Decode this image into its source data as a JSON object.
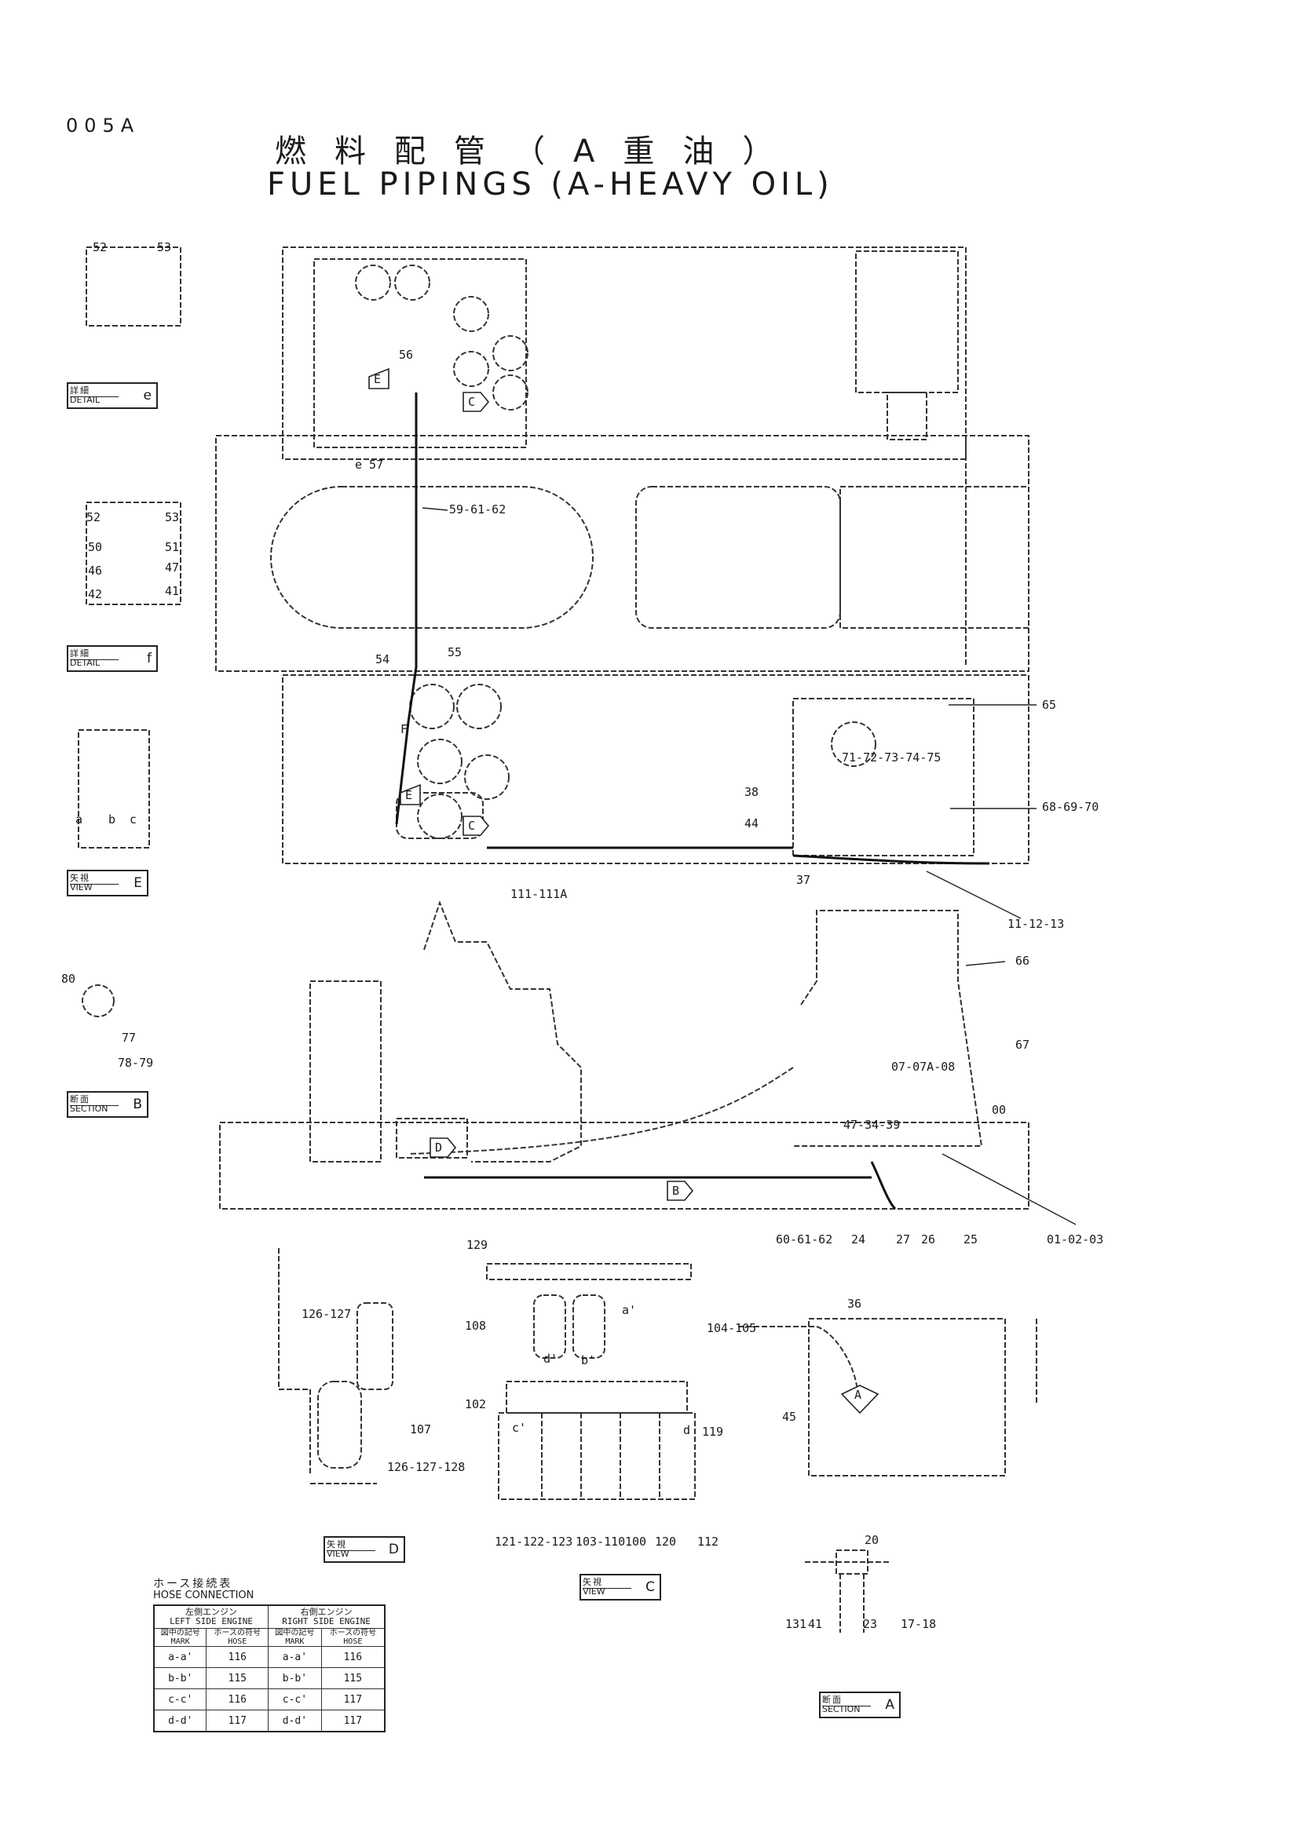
{
  "page": {
    "number": "005A",
    "title_jp": "燃料配管（A重油）",
    "title_en": "FUEL PIPINGS (A-HEAVY OIL)"
  },
  "view_labels": {
    "detail_e": {
      "jp": "詳細",
      "en": "DETAIL",
      "letter": "e"
    },
    "detail_f": {
      "jp": "詳細",
      "en": "DETAIL",
      "letter": "f"
    },
    "view_e": {
      "jp": "矢視",
      "en": "VIEW",
      "letter": "E"
    },
    "section_b": {
      "jp": "断面",
      "en": "SECTION",
      "letter": "B"
    },
    "view_d": {
      "jp": "矢視",
      "en": "VIEW",
      "letter": "D"
    },
    "view_c": {
      "jp": "矢視",
      "en": "VIEW",
      "letter": "C"
    },
    "section_a": {
      "jp": "断面",
      "en": "SECTION",
      "letter": "A"
    }
  },
  "arrow_markers": {
    "E": "E",
    "C": "C",
    "F": "F",
    "B": "B",
    "D": "D",
    "A": "A"
  },
  "hose_connection": {
    "title_jp": "ホース接続表",
    "title_en": "HOSE CONNECTION",
    "left_jp": "左側エンジン",
    "left_en": "LEFT SIDE ENGINE",
    "right_jp": "右側エンジン",
    "right_en": "RIGHT SIDE ENGINE",
    "col_mark_jp": "図中の記号",
    "col_mark_en": "MARK",
    "col_hose_jp": "ホースの符号",
    "col_hose_en": "HOSE",
    "rows": [
      {
        "l_mark": "a-a'",
        "l_hose": "116",
        "r_mark": "a-a'",
        "r_hose": "116"
      },
      {
        "l_mark": "b-b'",
        "l_hose": "115",
        "r_mark": "b-b'",
        "r_hose": "115"
      },
      {
        "l_mark": "c-c'",
        "l_hose": "116",
        "r_mark": "c-c'",
        "r_hose": "117"
      },
      {
        "l_mark": "d-d'",
        "l_hose": "117",
        "r_mark": "d-d'",
        "r_hose": "117"
      }
    ]
  },
  "parts": {
    "p52a": "52",
    "p53a": "53",
    "p56": "56",
    "p57": "e 57",
    "p596162": "59-61-62",
    "p52b": "52",
    "p53b": "53",
    "p50": "50",
    "p51": "51",
    "p46": "46",
    "p47": "47",
    "p42": "42",
    "p41": "41",
    "p54": "54",
    "p55": "55",
    "p65": "65",
    "p7175": "71-72-73-74-75",
    "p38": "38",
    "p44": "44",
    "p37": "37",
    "p686970": "68-69-70",
    "p111": "111-111A",
    "p111213": "11-12-13",
    "p80": "80",
    "p77": "77",
    "p7879": "78-79",
    "p66": "66",
    "p67": "67",
    "p0707": "07-07A-08",
    "p00": "00",
    "p473439": "47-34-39",
    "p606162": "60-61-62",
    "p24": "24",
    "p27": "27",
    "p26": "26",
    "p25": "25",
    "p010203": "01-02-03",
    "p129": "129",
    "p126127": "126-127",
    "p107": "107",
    "p126128": "126-127-128",
    "p108": "108",
    "p104105": "104-105",
    "p102": "102",
    "p119": "119",
    "p121123": "121-122-123",
    "p103110": "103-110",
    "p100": "100",
    "p120": "120",
    "p112": "112",
    "p36": "36",
    "p45": "45",
    "p20": "20",
    "p131": "131",
    "p41b": "41",
    "p23": "23",
    "p1718": "17-18"
  },
  "letters": {
    "e": "e",
    "f": "f",
    "a": "a",
    "b": "b",
    "c": "c",
    "a2": "a'",
    "b2": "b'",
    "c2": "c'",
    "d2": "d'",
    "d": "d"
  }
}
